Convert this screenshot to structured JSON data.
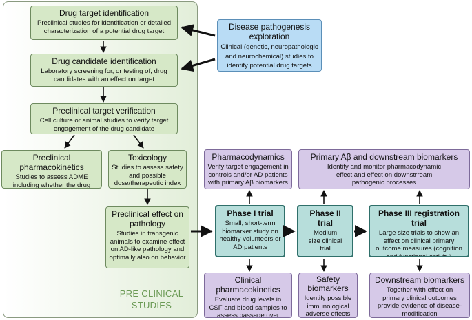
{
  "preclinical_label": {
    "line1": "PRE CLINICAL",
    "line2": "STUDIES"
  },
  "boxes": {
    "drug_target": {
      "title": "Drug target identification",
      "body": "Preclinical  studies for identification or detailed characterization of a potential drug target"
    },
    "disease_pathogenesis": {
      "title": "Disease pathogenesis exploration",
      "body": "Clinical (genetic, neuropathologic and neurochemical) studies to identify potential drug targets"
    },
    "drug_candidate": {
      "title": "Drug candidate identification",
      "body": "Laboratory screening for, or testing of, drug candidates with an effect on target"
    },
    "preclinical_verification": {
      "title": "Preclinical target verification",
      "body": "Cell culture or animal studies to verify target engagement of the drug candidate"
    },
    "preclinical_pk": {
      "title": "Preclinical pharmacokinetics",
      "body": "Studies to assess ADME including whether the drug enters the brain"
    },
    "toxicology": {
      "title": "Toxicology",
      "body": "Studies to assess safety and possible dose/therapeutic index"
    },
    "preclinical_effect": {
      "title": "Preclinical effect on pathology",
      "body": "Studies in transgenic animals to examine effect on AD-like pathology and optimally also on behavior"
    },
    "pharmacodynamics": {
      "title": "Pharmacodynamics",
      "body": "Verify target engagement in controls and/or AD patients with primary Aβ biomarkers"
    },
    "primary_abeta": {
      "title": "Primary Aβ and downstream biomarkers",
      "body": "Identify and monitor pharmacodynamic effect and effect on downstrream pathogenic processes"
    },
    "phase1": {
      "title": "Phase I trial",
      "body": "Small, short-term biomarker study on healthy volunteers or AD patients"
    },
    "phase2": {
      "title": "Phase II trial",
      "body": "Medium size clinical trial"
    },
    "phase3": {
      "title": "Phase III registration trial",
      "body": "Large size trials to show an effect on clinical primary outcome measures (cognition and functional activity)"
    },
    "clinical_pk": {
      "title": "Clinical pharmacokinetics",
      "body": "Evaluate drug levels in CSF and blood samples to assess passage over blood-brain/CSF barrier"
    },
    "safety": {
      "title": "Safety biomarkers",
      "body": "Identify possible immunological adverse effects"
    },
    "downstream": {
      "title": "Downstream biomarkers",
      "body": "Together with effect on primary clinical outcomes provide evidence of disease-modification"
    }
  }
}
